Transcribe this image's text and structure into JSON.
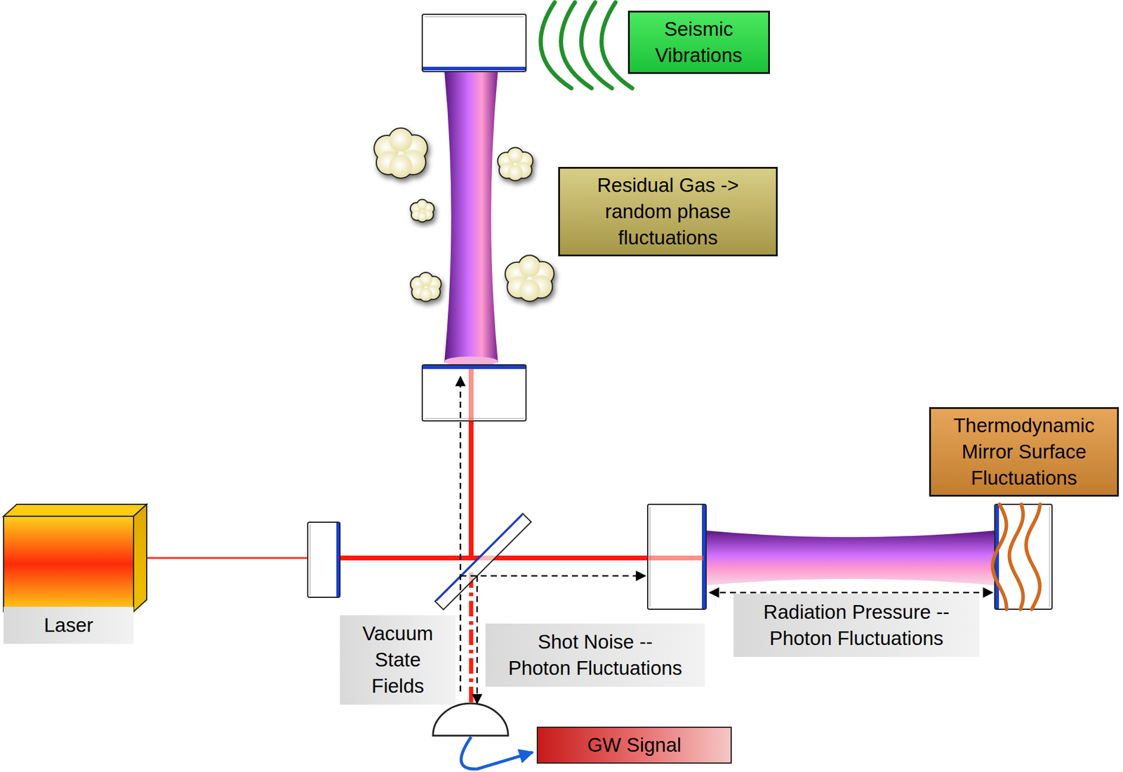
{
  "diagram": {
    "nodes": [
      {
        "text": [
          "Seismic Vibrations"
        ]
      },
      {
        "text": [
          "Residual Gas -> random phase fluctuations"
        ]
      },
      {
        "text": [
          "Thermodynamic Mirror Surface Fluctuations"
        ]
      },
      {
        "text": [
          "Laser"
        ]
      },
      {
        "text": [
          "Vacuum State Fields"
        ]
      },
      {
        "text": [
          "Shot Noise -- Photon Fluctuations"
        ]
      },
      {
        "text": [
          "Radiation Pressure -- Photon Fluctuations"
        ]
      },
      {
        "text": [
          "GW Signal"
        ]
      }
    ]
  }
}
